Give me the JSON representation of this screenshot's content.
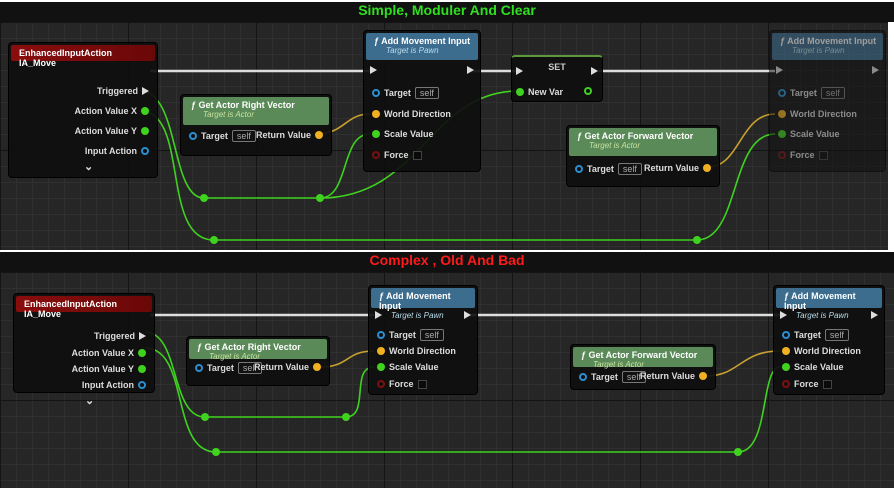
{
  "titles": {
    "top": "Simple, Moduler And Clear",
    "bottom": "Complex , Old And Bad"
  },
  "event": {
    "title": "EnhancedInputAction IA_Move",
    "pins": [
      "Triggered",
      "Action Value X",
      "Action Value Y",
      "Input Action"
    ]
  },
  "right": {
    "title": "Get Actor Right Vector",
    "sub": "Target is Actor",
    "target": "Target",
    "self": "self",
    "ret": "Return Value"
  },
  "forward": {
    "title": "Get Actor Forward Vector",
    "sub": "Target is Actor",
    "target": "Target",
    "self": "self",
    "ret": "Return Value"
  },
  "ami": {
    "title": "Add Movement Input",
    "sub": "Target is Pawn",
    "pins": [
      "Target",
      "World Direction",
      "Scale Value",
      "Force"
    ],
    "self": "self"
  },
  "set": {
    "title": "SET",
    "pin": "New Var"
  },
  "colors": {
    "float": "#3fd21f",
    "vector": "#f0b020",
    "object": "#2a8fd0"
  }
}
